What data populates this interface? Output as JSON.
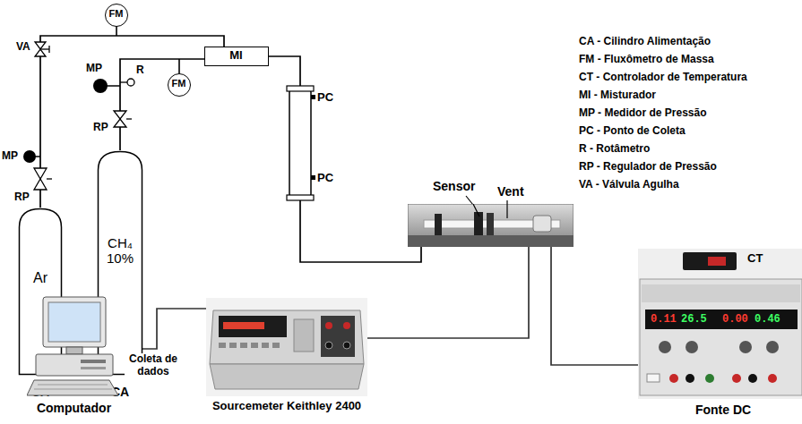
{
  "diagram": {
    "nodes": [
      {
        "text": [
          "Ar",
          "CA"
        ]
      },
      {
        "text": [
          "CH₄ 10%",
          "CA"
        ]
      },
      {
        "text": [
          "FM"
        ]
      },
      {
        "text": [
          "FM"
        ]
      },
      {
        "text": [
          "MI"
        ]
      },
      {
        "text": [
          "Sensor",
          "Vent"
        ]
      },
      {
        "text": [
          "Computador"
        ]
      },
      {
        "text": [
          "Sourcemeter Keithley 2400"
        ]
      },
      {
        "text": [
          "Fonte DC"
        ]
      }
    ],
    "edges": [
      {
        "from": 0,
        "to": 4,
        "arrow": "none"
      },
      {
        "from": 1,
        "to": 4,
        "arrow": "none"
      },
      {
        "from": 4,
        "to": 5,
        "arrow": "none"
      },
      {
        "from": 6,
        "to": 7,
        "label": "Coleta de dados",
        "arrow": "none"
      },
      {
        "from": 7,
        "to": 5,
        "arrow": "none"
      },
      {
        "from": 8,
        "to": 5,
        "arrow": "none"
      }
    ],
    "labels": [
      "VA",
      "MP",
      "RP",
      "MP",
      "R",
      "RP",
      "PC",
      "PC",
      "CT",
      "0.11",
      "26.5",
      "0.00",
      "0.46"
    ],
    "legend": [
      {
        "text": "CA - Cilindro Alimentação"
      },
      {
        "text": "FM - Fluxômetro de Massa"
      },
      {
        "text": "CT - Controlador de Temperatura"
      },
      {
        "text": "MI - Misturador"
      },
      {
        "text": "MP - Medidor de Pressão"
      },
      {
        "text": "PC - Ponto de Coleta"
      },
      {
        "text": "R - Rotâmetro"
      },
      {
        "text": "RP - Regulador de Pressão"
      },
      {
        "text": "VA - Válvula Agulha"
      }
    ]
  }
}
